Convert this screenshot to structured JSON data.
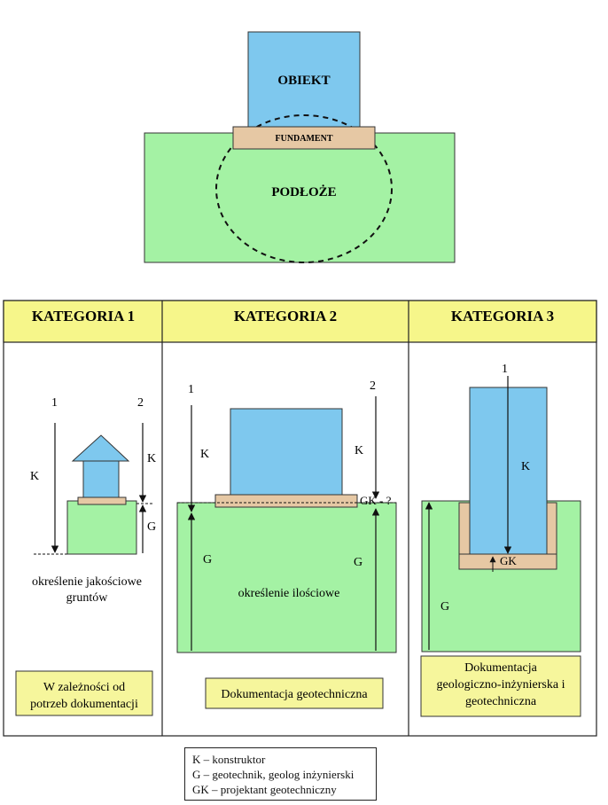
{
  "top_diagram": {
    "object_label": "OBIEKT",
    "foundation_label": "FUNDAMENT",
    "ground_label": "PODŁOŻE"
  },
  "categories": [
    {
      "title": "KATEGORIA 1",
      "marker_1": "1",
      "marker_2": "2",
      "k_label": "K",
      "k_label_right": "K",
      "g_label": "G",
      "description_line1": "określenie jakościowe",
      "description_line2": "gruntów",
      "doc_line1": "W zależności od",
      "doc_line2": "potrzeb dokumentacji"
    },
    {
      "title": "KATEGORIA 2",
      "marker_1": "1",
      "marker_2": "2",
      "k_left": "K",
      "k_right": "K",
      "g_left": "G",
      "g_right": "G",
      "gk_label": "GK - ?",
      "description": "określenie ilościowe",
      "doc_line1": "Dokumentacja geotechniczna"
    },
    {
      "title": "KATEGORIA 3",
      "marker_1": "1",
      "k_label": "K",
      "gk_label": "GK",
      "g_label": "G",
      "doc_line1": "Dokumentacja",
      "doc_line2": "geologiczno-inżynierska i",
      "doc_line3": "geotechniczna"
    }
  ],
  "legend": {
    "k": "K – konstruktor",
    "g": "G – geotechnik, geolog inżynierski",
    "gk": "GK – projektant geotechniczny"
  },
  "colors": {
    "object_blue": "#7ec8ee",
    "ground_green": "#a4f2a4",
    "foundation_tan": "#e6c8a4",
    "header_yellow": "#f6f68a",
    "doc_yellow": "#f6f69c"
  }
}
